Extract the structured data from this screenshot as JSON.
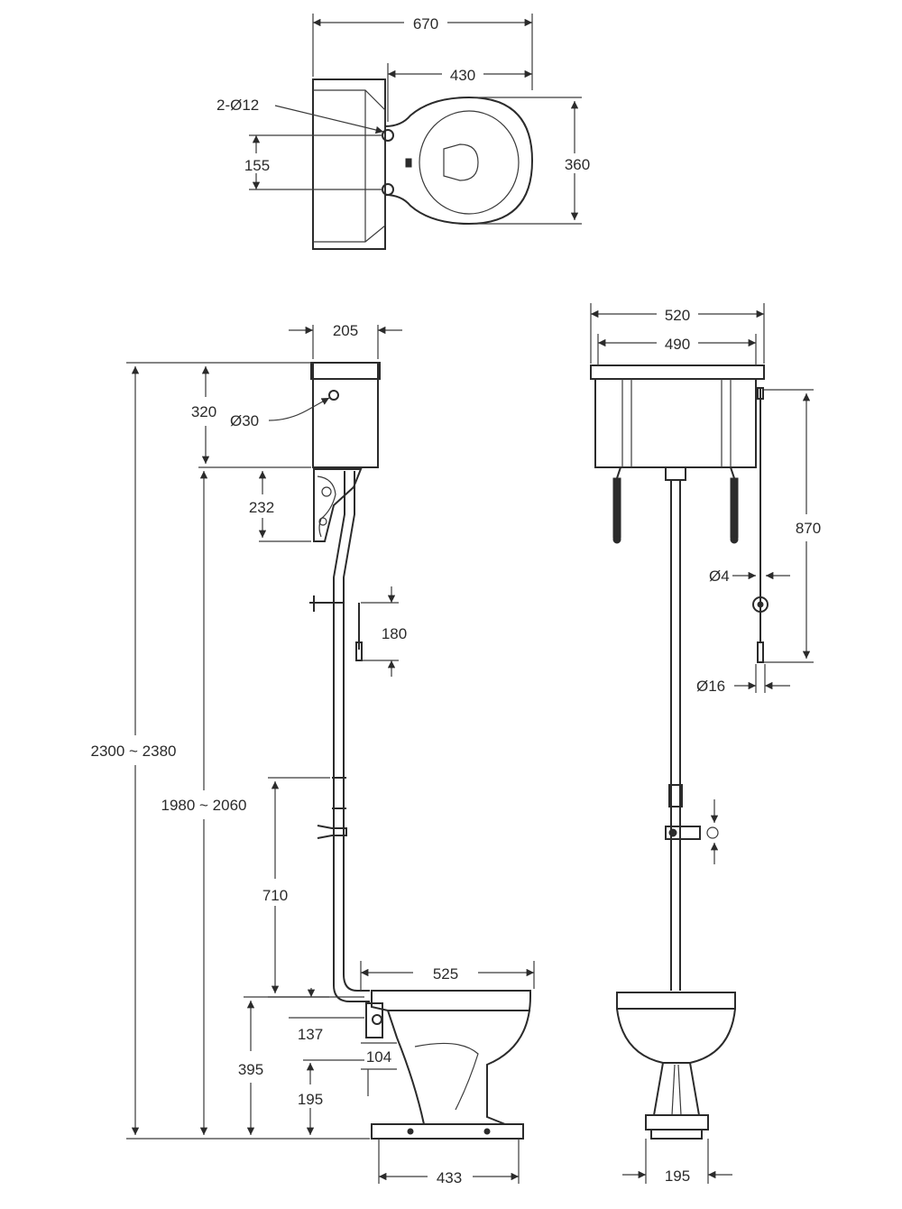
{
  "plan_view": {
    "overall_width": "670",
    "bowl_width": "430",
    "bowl_depth": "360",
    "hole_spacing": "155",
    "holes_label": "2-Ø12"
  },
  "side_view": {
    "cistern_depth": "205",
    "cistern_height": "320",
    "flush_hole_label": "Ø30",
    "bracket_height": "232",
    "valve_drop": "180",
    "total_height": "2300 ~ 2380",
    "cistern_base_height": "1980 ~ 2060",
    "clip_height": "710",
    "pan_length": "525",
    "outlet_offset": "137",
    "outlet_diameter": "104",
    "pan_height": "395",
    "outlet_height": "195",
    "base_length": "433"
  },
  "front_view": {
    "lid_width": "520",
    "cistern_width": "490",
    "chain_length": "870",
    "chain_label": "Ø4",
    "handle_label": "Ø16",
    "base_width": "195"
  }
}
